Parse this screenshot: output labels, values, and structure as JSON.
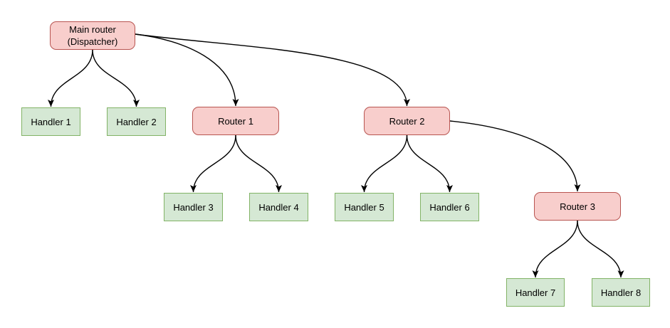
{
  "diagram": {
    "type": "tree-flowchart",
    "nodes": {
      "main": {
        "label_line1": "Main router",
        "label_line2": "(Dispatcher)",
        "kind": "router"
      },
      "router1": {
        "label": "Router 1",
        "kind": "router"
      },
      "router2": {
        "label": "Router 2",
        "kind": "router"
      },
      "router3": {
        "label": "Router 3",
        "kind": "router"
      },
      "handler1": {
        "label": "Handler 1",
        "kind": "handler"
      },
      "handler2": {
        "label": "Handler 2",
        "kind": "handler"
      },
      "handler3": {
        "label": "Handler 3",
        "kind": "handler"
      },
      "handler4": {
        "label": "Handler 4",
        "kind": "handler"
      },
      "handler5": {
        "label": "Handler 5",
        "kind": "handler"
      },
      "handler6": {
        "label": "Handler 6",
        "kind": "handler"
      },
      "handler7": {
        "label": "Handler 7",
        "kind": "handler"
      },
      "handler8": {
        "label": "Handler 8",
        "kind": "handler"
      }
    },
    "edges": [
      {
        "from": "main",
        "to": "handler1"
      },
      {
        "from": "main",
        "to": "handler2"
      },
      {
        "from": "main",
        "to": "router1"
      },
      {
        "from": "main",
        "to": "router2"
      },
      {
        "from": "router1",
        "to": "handler3"
      },
      {
        "from": "router1",
        "to": "handler4"
      },
      {
        "from": "router2",
        "to": "handler5"
      },
      {
        "from": "router2",
        "to": "handler6"
      },
      {
        "from": "router2",
        "to": "router3"
      },
      {
        "from": "router3",
        "to": "handler7"
      },
      {
        "from": "router3",
        "to": "handler8"
      }
    ],
    "colors": {
      "router_fill": "#f8cecc",
      "router_border": "#b85450",
      "handler_fill": "#d5e8d4",
      "handler_border": "#82b366",
      "edge": "#000000",
      "text": "#000000",
      "background": "#ffffff"
    }
  }
}
